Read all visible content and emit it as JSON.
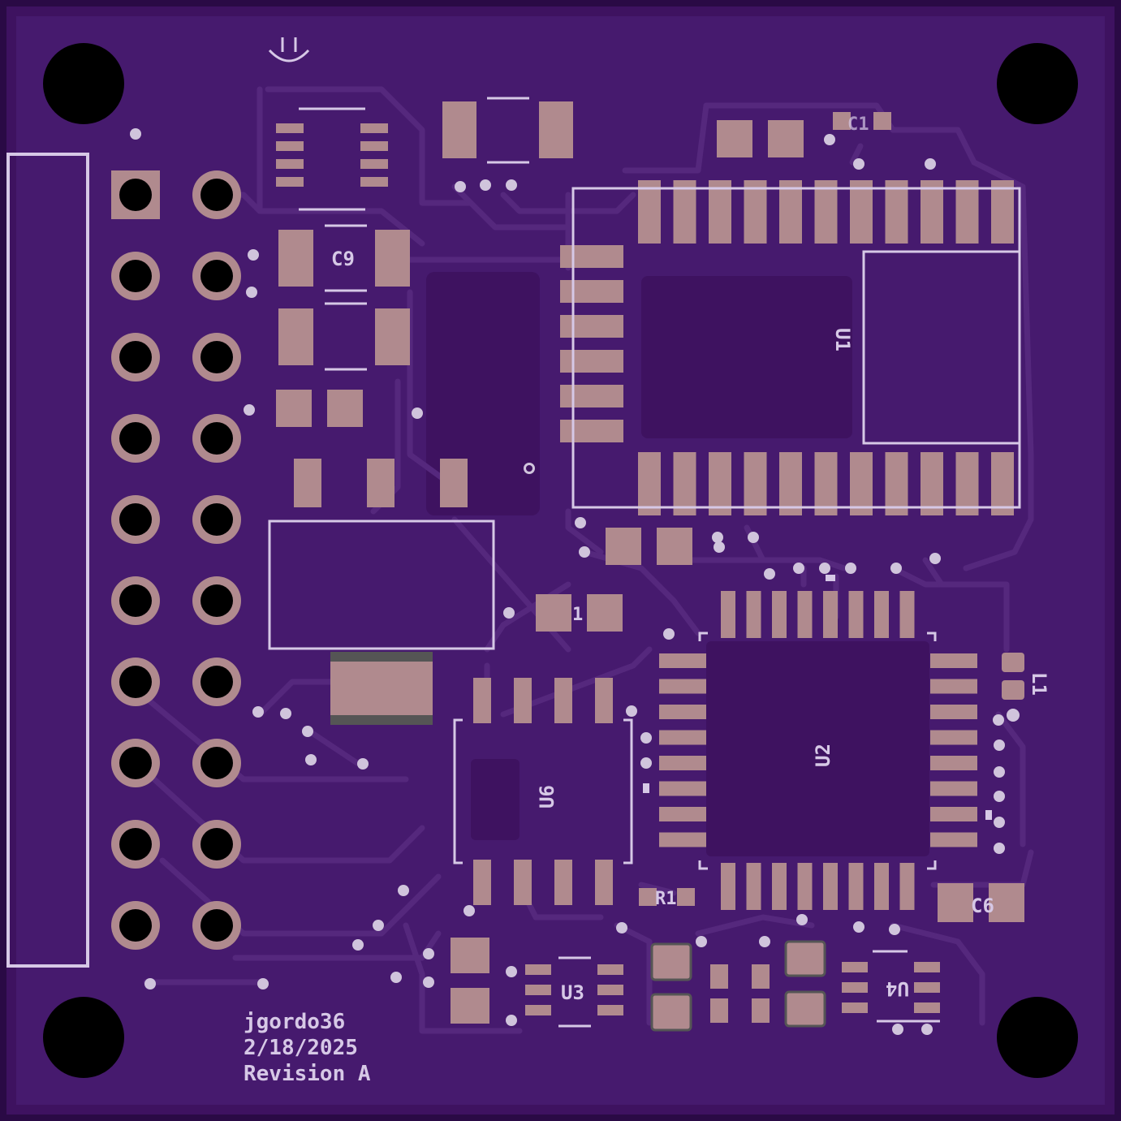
{
  "colors": {
    "board": "#3e1260",
    "board_edge": "#2a0a45",
    "copper_fill": "#461a6e",
    "trace": "#55287d",
    "pad": "#b08a8e",
    "pad_ring": "#a07a7e",
    "silk": "#d6c8e6",
    "hole": "#000000",
    "via": "#d0c4dc"
  },
  "designators": {
    "u1": "U1",
    "u2": "U2",
    "u3": "U3",
    "u4": "U4",
    "u6": "U6",
    "c9": "C9",
    "c6": "C6",
    "l1": "L1",
    "r1": "R1",
    "c1": "C1",
    "c_top": "C1",
    "c_mid": "1"
  },
  "author": {
    "name": "jgordo36",
    "date": "2/18/2025",
    "revision": "Revision A"
  },
  "icons": {
    "smile": "smile-logo-icon"
  }
}
